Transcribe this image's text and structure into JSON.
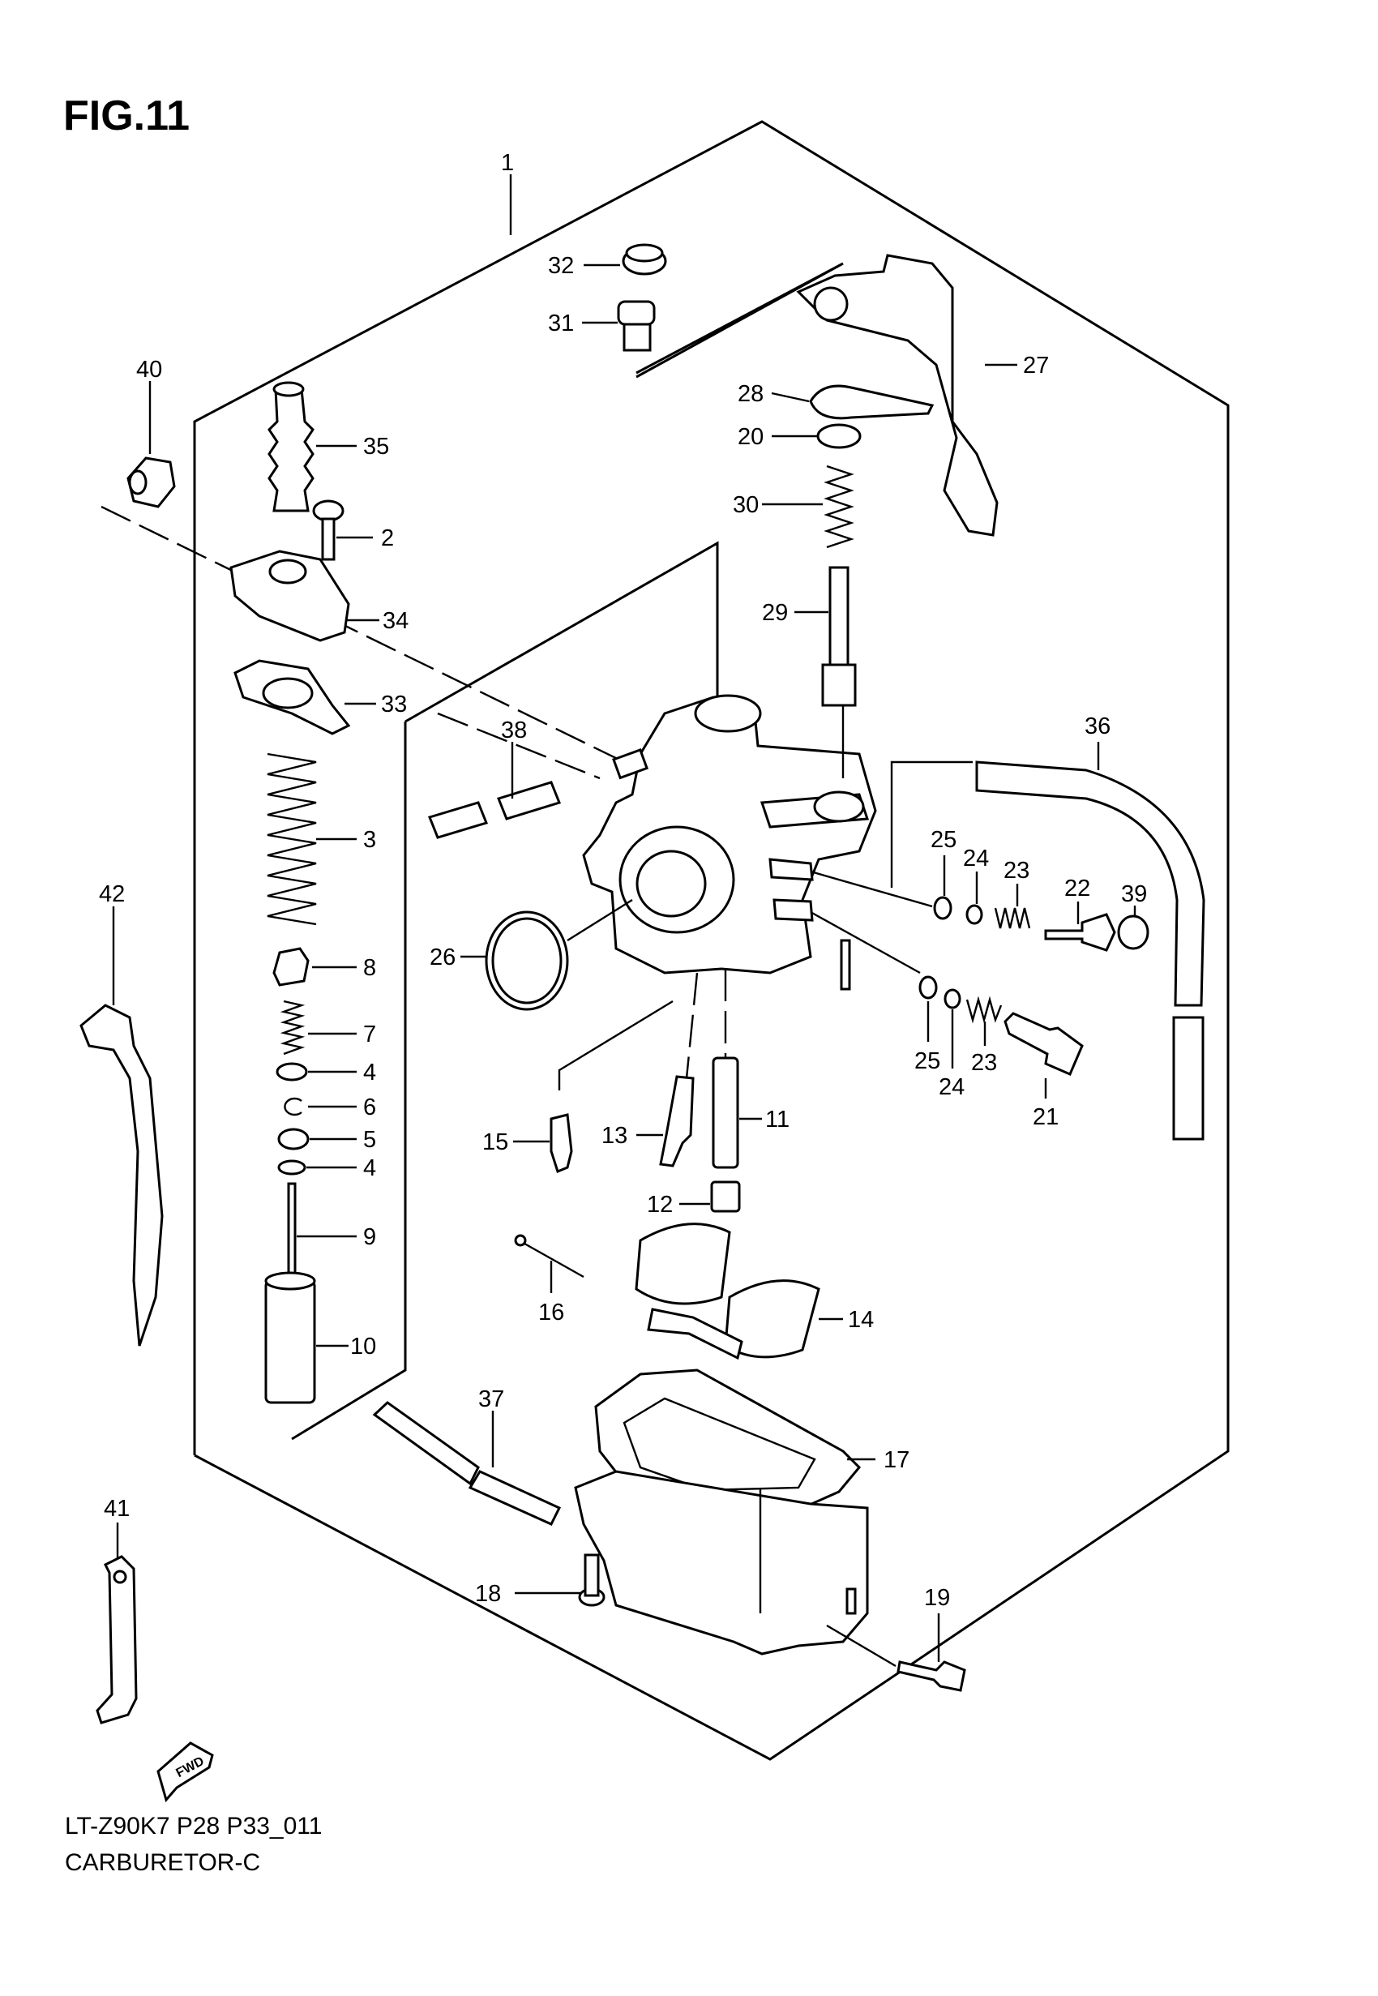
{
  "figure": {
    "title": "FIG.11",
    "model_code": "LT-Z90K7 P28 P33_011",
    "caption": "CARBURETOR-C"
  },
  "fwd_badge": "FWD",
  "callouts": {
    "c1": "1",
    "c2": "2",
    "c3": "3",
    "c4a": "4",
    "c4b": "4",
    "c5": "5",
    "c6": "6",
    "c7": "7",
    "c8": "8",
    "c9": "9",
    "c10": "10",
    "c11": "11",
    "c12": "12",
    "c13": "13",
    "c14": "14",
    "c15": "15",
    "c16": "16",
    "c17": "17",
    "c18": "18",
    "c19": "19",
    "c20": "20",
    "c21": "21",
    "c22": "22",
    "c23a": "23",
    "c23b": "23",
    "c24a": "24",
    "c24b": "24",
    "c25a": "25",
    "c25b": "25",
    "c26": "26",
    "c27": "27",
    "c28": "28",
    "c29": "29",
    "c30": "30",
    "c31": "31",
    "c32": "32",
    "c33": "33",
    "c34": "34",
    "c35": "35",
    "c36": "36",
    "c37": "37",
    "c38": "38",
    "c39": "39",
    "c40": "40",
    "c41": "41",
    "c42": "42"
  }
}
